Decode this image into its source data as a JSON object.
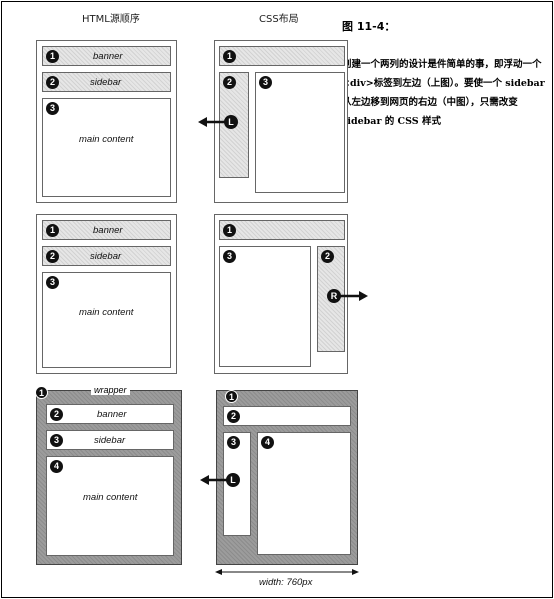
{
  "headers": {
    "left": "HTML源顺序",
    "right": "CSS布局"
  },
  "caption": {
    "title": "图 11-4：",
    "body": "创建一个两列的设计是件简单的事，即浮动一个<div>标签到左边（上图）。要使一个 sidebar 从左边移到网页的右边（中图），只需改变 sidebar 的 CSS 样式"
  },
  "labels": {
    "banner": "banner",
    "sidebar": "sidebar",
    "main": "main content",
    "wrapper": "wrapper"
  },
  "numbers": [
    "1",
    "2",
    "3",
    "4"
  ],
  "arrows": {
    "left": "L",
    "right": "R"
  },
  "width_label": "width: 760px"
}
